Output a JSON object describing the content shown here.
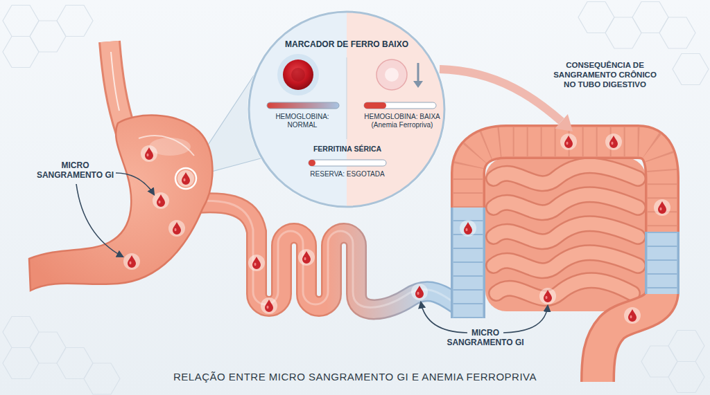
{
  "diagram": {
    "caption": "RELAÇÃO ENTRE MICRO SANGRAMENTO GI E ANEMIA FERROPRIVA",
    "nodes": [
      {
        "text": [
          "MARCADOR DE FERRO BAIXO",
          "HEMOGLOBINA: NORMAL",
          "HEMOGLOBINA: BAIXA (Anemia Ferropriva)",
          "FERRITINA SÉRICA",
          "RESERVA: ESGOTADA"
        ]
      }
    ],
    "labels": [
      "CONSEQUÊNCIA DE SANGRAMENTO CRÔNICO NO TUBO DIGESTIVO",
      "MICRO SANGRAMENTO GI",
      "MICRO SANGRAMENTO GI"
    ]
  }
}
